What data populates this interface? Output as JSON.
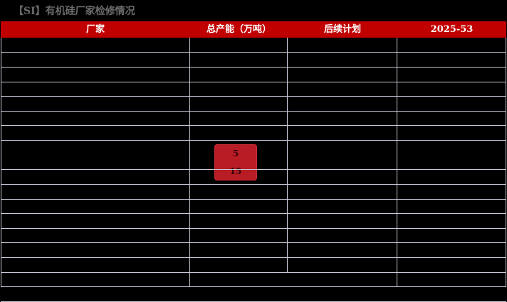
{
  "title": "【SI】有机硅厂家检修情况",
  "table": {
    "header_bg": "#c00000",
    "grid_color": "#c8cad8",
    "columns": [
      {
        "label": "厂家"
      },
      {
        "label": "总产能（万吨）"
      },
      {
        "label": "后续计划"
      },
      {
        "label": "2025-53"
      }
    ],
    "rows": [
      [
        "",
        "",
        "",
        ""
      ],
      [
        "",
        "",
        "",
        ""
      ],
      [
        "",
        "",
        "",
        ""
      ],
      [
        "",
        "",
        "",
        ""
      ],
      [
        "",
        "",
        "",
        ""
      ],
      [
        "",
        "",
        "",
        ""
      ],
      [
        "",
        "",
        "",
        ""
      ],
      [
        "",
        "",
        "",
        ""
      ],
      [
        "",
        "",
        "",
        ""
      ],
      [
        "",
        "",
        "",
        ""
      ],
      [
        "",
        "",
        "",
        ""
      ],
      [
        "",
        "",
        "",
        ""
      ],
      [
        "",
        "",
        "",
        ""
      ],
      [
        "",
        "",
        "",
        ""
      ],
      [
        "",
        "",
        "",
        ""
      ],
      [
        "",
        "",
        ""
      ]
    ]
  },
  "watermark": {
    "line1": "5",
    "line2": "15"
  }
}
